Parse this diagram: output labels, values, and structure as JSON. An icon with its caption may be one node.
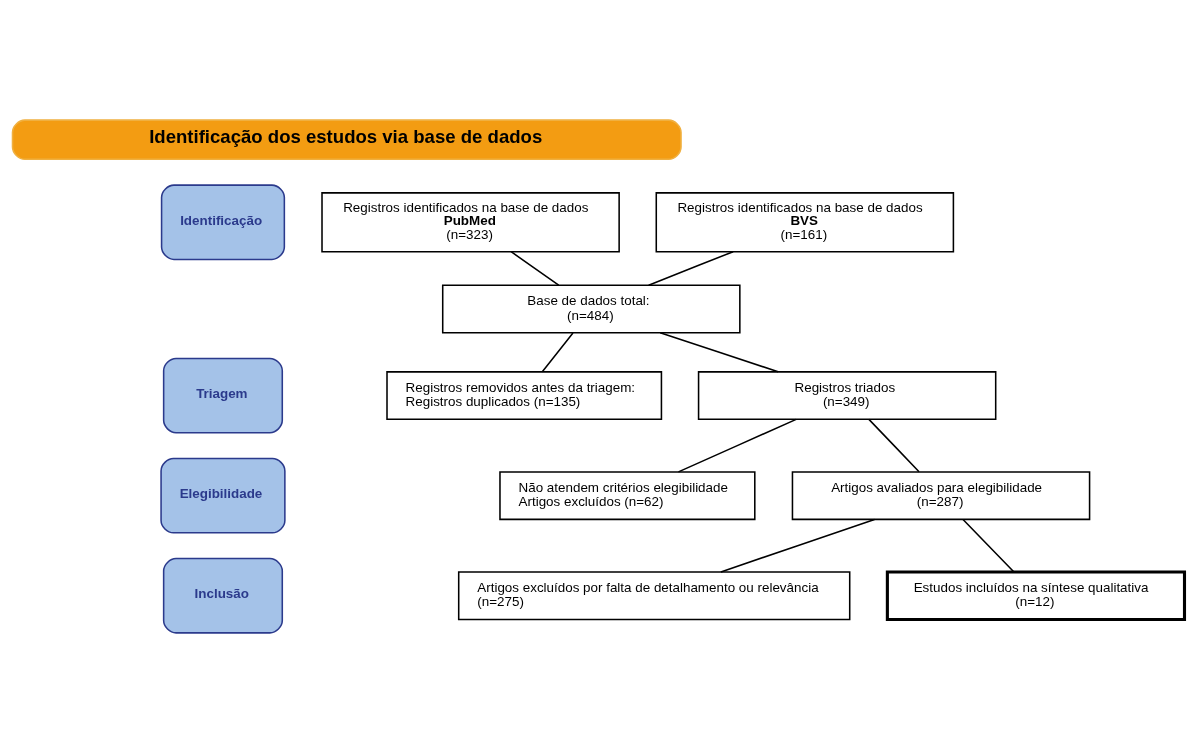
{
  "diagram": {
    "nodes": [
      {
        "text": [
          "Identificação dos estudos via base de dados"
        ]
      },
      {
        "text": [
          "Identificação"
        ]
      },
      {
        "text": [
          "Triagem"
        ]
      },
      {
        "text": [
          "Elegibilidade"
        ]
      },
      {
        "text": [
          "Inclusão"
        ]
      },
      {
        "text": [
          "Registros identificados na base de dados",
          "PubMed",
          "(n=323)"
        ]
      },
      {
        "text": [
          "Registros identificados na base de dados",
          "BVS",
          "(n=161)"
        ]
      },
      {
        "text": [
          "Base de dados total:",
          "(n=484)"
        ]
      },
      {
        "text": [
          "Registros removidos antes da triagem:",
          "Registros duplicados (n=135)"
        ]
      },
      {
        "text": [
          "Registros triados",
          "(n=349)"
        ]
      },
      {
        "text": [
          "Não atendem critérios elegibilidade",
          "Artigos excluídos (n=62)"
        ]
      },
      {
        "text": [
          "Artigos avaliados para elegibilidade",
          "(n=287)"
        ]
      },
      {
        "text": [
          "Artigos excluídos por falta de detalhamento ou relevância",
          "(n=275)"
        ]
      },
      {
        "text": [
          "Estudos incluídos na síntese qualitativa",
          "(n=12)"
        ]
      }
    ],
    "edges": [
      {
        "from": 5,
        "to": 7,
        "arrow": "none"
      },
      {
        "from": 6,
        "to": 7,
        "arrow": "none"
      },
      {
        "from": 7,
        "to": 9,
        "arrow": "none"
      },
      {
        "from": 7,
        "to": 8,
        "arrow": "none"
      },
      {
        "from": 9,
        "to": 11,
        "arrow": "none"
      },
      {
        "from": 9,
        "to": 10,
        "arrow": "none"
      },
      {
        "from": 11,
        "to": 13,
        "arrow": "none"
      },
      {
        "from": 11,
        "to": 12,
        "arrow": "none"
      }
    ]
  }
}
